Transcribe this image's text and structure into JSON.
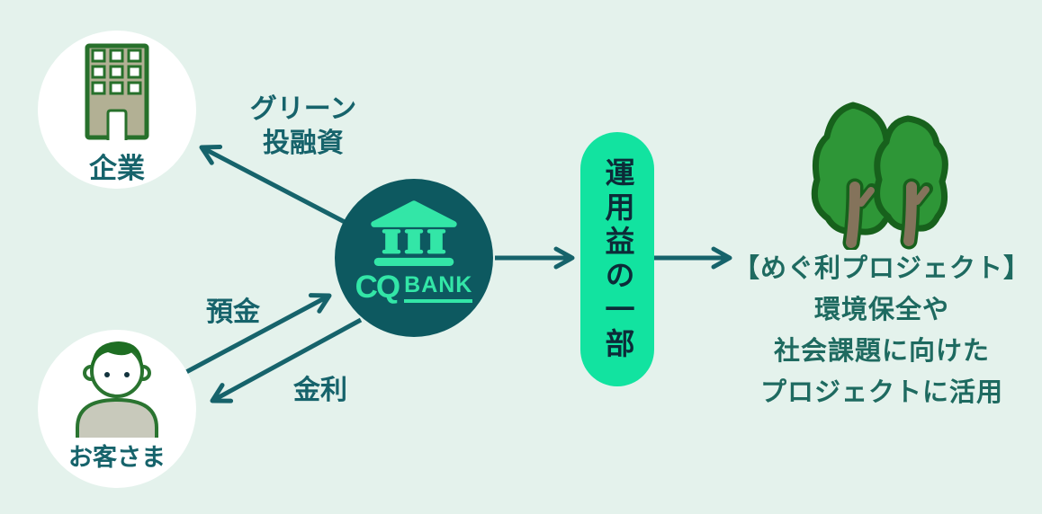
{
  "colors": {
    "background": "#e4f2ec",
    "bank_circle": "#0d5960",
    "mint_pill": "#12e3a0",
    "mint_logo": "#33e6a7",
    "teal_text": "#16636b",
    "project_text": "#1e6a60",
    "pill_text": "#0c2b38"
  },
  "company": {
    "label": "企業"
  },
  "customer": {
    "label": "お客さま"
  },
  "bank": {
    "logo_cq": "CQ",
    "logo_bank": "BANK"
  },
  "flows": {
    "green_investment": {
      "line1": "グリーン",
      "line2": "投融資"
    },
    "deposit": {
      "label": "預金"
    },
    "interest": {
      "label": "金利"
    }
  },
  "profit_pill": {
    "label": "運用益の一部"
  },
  "project": {
    "title": "【めぐ利プロジェクト】",
    "line2": "環境保全や",
    "line3": "社会課題に向けた",
    "line4": "プロジェクトに活用"
  }
}
